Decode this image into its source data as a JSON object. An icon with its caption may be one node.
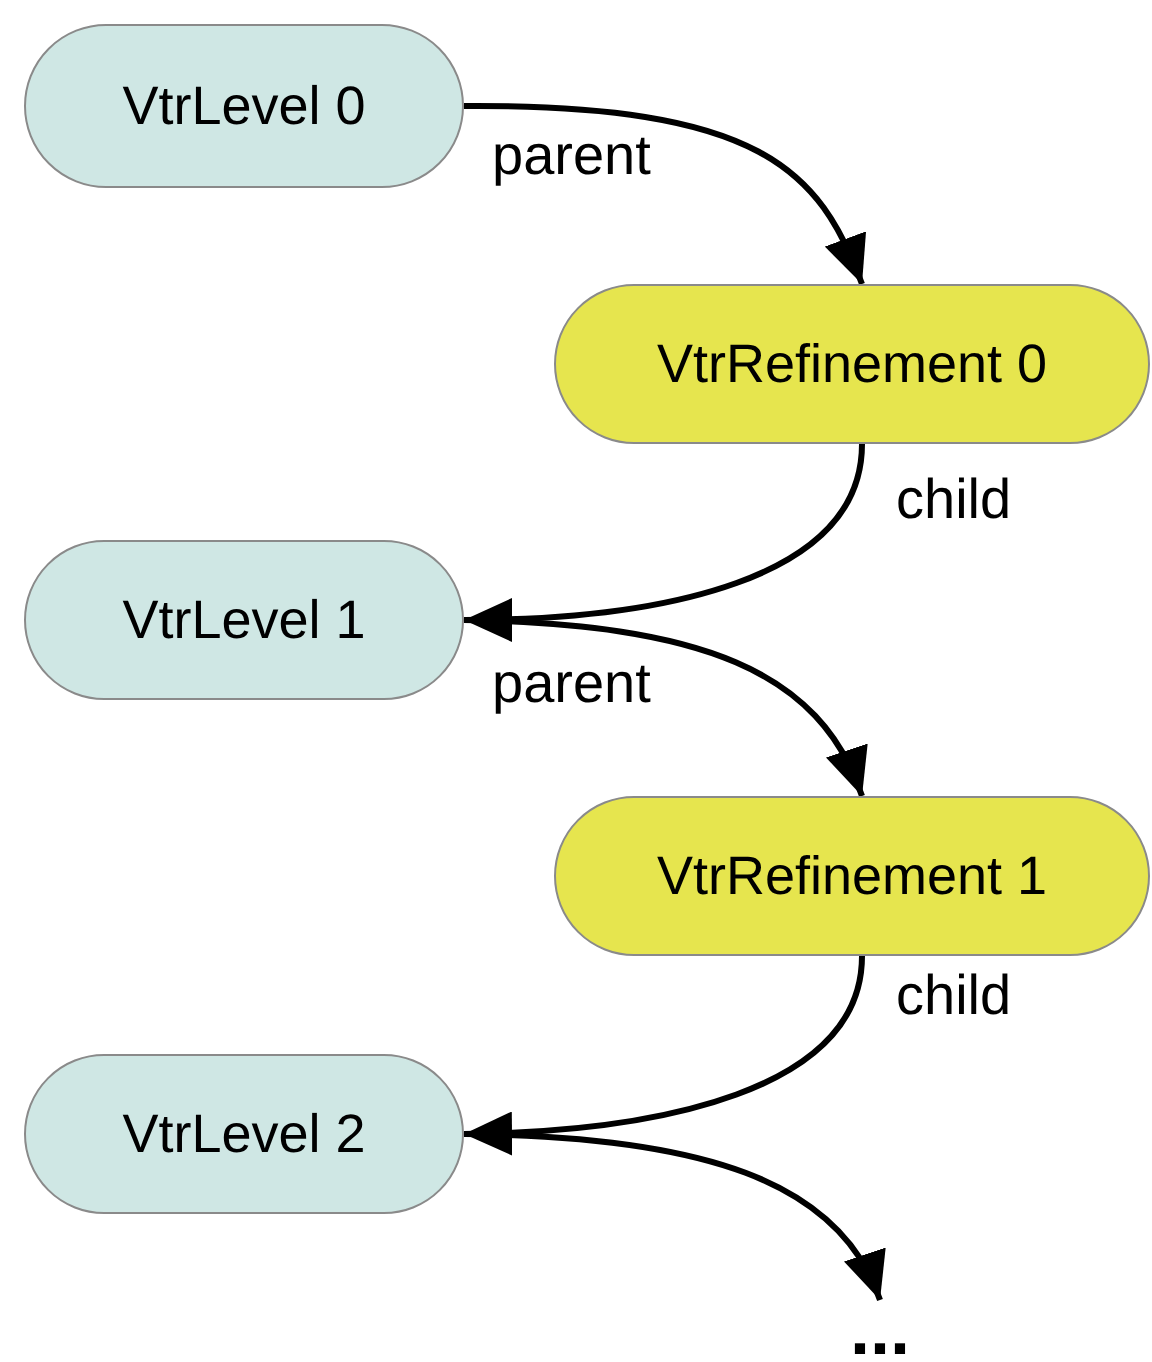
{
  "diagram": {
    "nodes": [
      {
        "text": [
          "VtrLevel 0"
        ]
      },
      {
        "text": [
          "VtrRefinement 0"
        ]
      },
      {
        "text": [
          "VtrLevel 1"
        ]
      },
      {
        "text": [
          "VtrRefinement 1"
        ]
      },
      {
        "text": [
          "VtrLevel 2"
        ]
      },
      {
        "text": [
          "..."
        ]
      }
    ],
    "edges": [
      {
        "from": 0,
        "to": 1,
        "arrow": "to",
        "label": "parent"
      },
      {
        "from": 1,
        "to": 2,
        "arrow": "to",
        "label": "child"
      },
      {
        "from": 2,
        "to": 3,
        "arrow": "to",
        "label": "parent"
      },
      {
        "from": 3,
        "to": 4,
        "arrow": "to",
        "label": "child"
      },
      {
        "from": 4,
        "to": 5,
        "arrow": "to"
      }
    ]
  }
}
